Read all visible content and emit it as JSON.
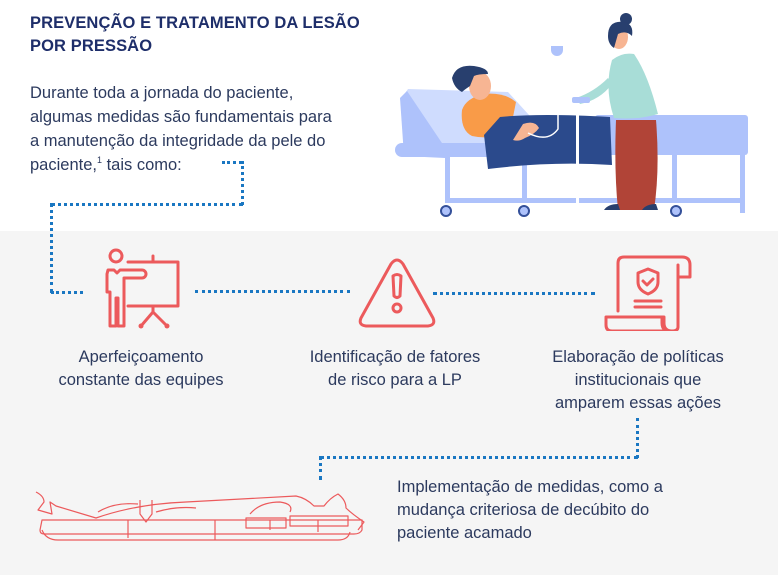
{
  "header": {
    "title_line1": "PREVENÇÃO E TRATAMENTO DA LESÃO",
    "title_line2": "POR PRESSÃO"
  },
  "intro": {
    "line1": "Durante toda a jornada do paciente,",
    "line2": "algumas medidas são fundamentais para",
    "line3": "a manutenção da integridade da pele do",
    "line4_before": "paciente,",
    "footnote": "1",
    "line4_after": " tais como:"
  },
  "steps": [
    {
      "icon": "presentation-teacher-icon",
      "line1": "Aperfeiçoamento",
      "line2": "constante das equipes"
    },
    {
      "icon": "warning-triangle-icon",
      "line1": "Identificação de fatores",
      "line2": "de risco para a LP"
    },
    {
      "icon": "policy-scroll-shield-icon",
      "line1": "Elaboração de políticas",
      "line2": "institucionais que",
      "line3": "amparem essas ações"
    },
    {
      "icon": "patient-lying-on-mattress-icon",
      "line1": "Implementação de medidas, como a",
      "line2": "mudança criteriosa de decúbito do",
      "line3": "paciente acamado"
    }
  ],
  "colors": {
    "title": "#1e2e6a",
    "text": "#2c3a5e",
    "icon_red": "#ec5a5c",
    "dotted_connector": "#1a77c2",
    "section_bg": "#f5f5f5",
    "bed": "#aec2fb",
    "blanket": "#2b4a8c"
  }
}
